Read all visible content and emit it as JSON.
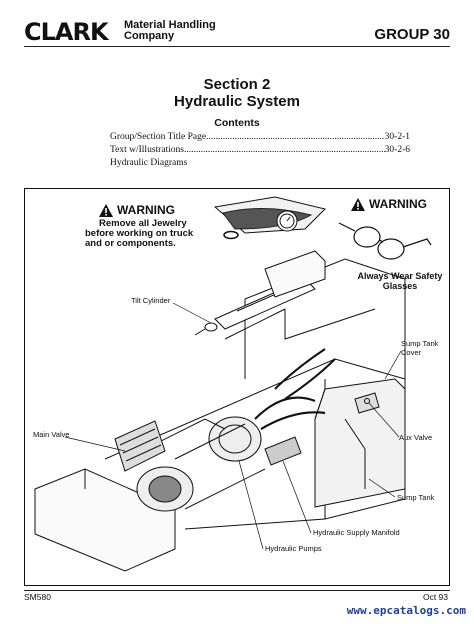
{
  "header": {
    "brand": "CLARK",
    "company_line1": "Material Handling",
    "company_line2": "Company",
    "group": "GROUP 30"
  },
  "title": {
    "section": "Section 2",
    "subject": "Hydraulic System"
  },
  "contents": {
    "heading": "Contents",
    "entries": [
      {
        "label": "Group/Section Title Page",
        "page": "30-2-1"
      },
      {
        "label": "Text w/Illustrations",
        "page": "30-2-6"
      },
      {
        "label": "Hydraulic Diagrams",
        "page": ""
      }
    ]
  },
  "warnings": {
    "left": {
      "heading": "WARNING",
      "line1": "Remove all Jewelry",
      "line2": "before working on truck",
      "line3": "and or components."
    },
    "right": {
      "heading": "WARNING",
      "line1": "Always Wear Safety",
      "line2": "Glasses"
    }
  },
  "callouts": {
    "tilt_cylinder": "Tilt Cylinder",
    "sump_tank_cover_1": "Sump Tank",
    "sump_tank_cover_2": "Cover",
    "main_valve": "Main Valve",
    "aux_valve": "Aux Valve",
    "sump_tank": "Sump Tank",
    "hydraulic_supply_manifold": "Hydraulic Supply Manifold",
    "hydraulic_pumps": "Hydraulic Pumps"
  },
  "footer": {
    "doc_code": "SM580",
    "date": "Oct 93",
    "watermark": "www.epcatalogs.com"
  },
  "icons": [
    "warning-triangle-icon",
    "jewelry-watch-ring-icon",
    "safety-glasses-icon"
  ]
}
